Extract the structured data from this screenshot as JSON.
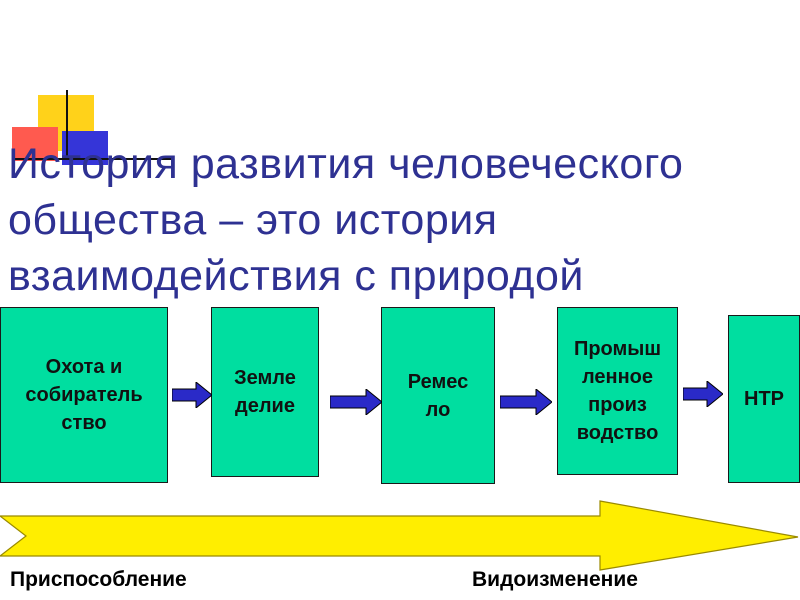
{
  "title_lines": [
    "История развития человеческого",
    "общества – это история",
    "взаимодействия с природой"
  ],
  "stages": [
    "Охота и\nсобиратель\nство",
    "Земле\nделие",
    "Ремес\nло",
    "Промыш\nленное\nпроиз\nводство",
    "НТР"
  ],
  "bottom_labels": {
    "left": "Приспособление",
    "right": "Видоизменение"
  },
  "colors": {
    "title_text": "#2e3192",
    "stage_fill": "#00dea0",
    "flow_arrow": "#2a2ac8",
    "big_arrow": "#ffee00"
  }
}
